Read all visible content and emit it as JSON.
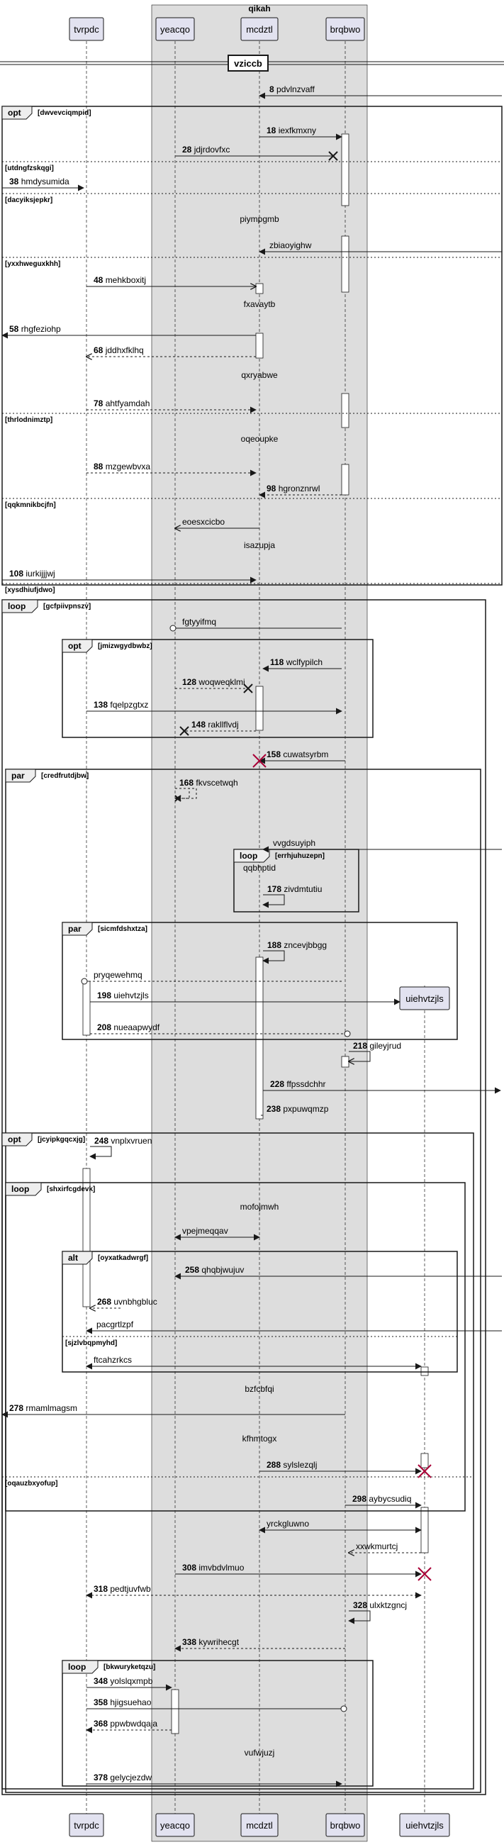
{
  "group": {
    "name": "qikah"
  },
  "participants": [
    {
      "id": "tvrpdc",
      "name": "tvrpdc"
    },
    {
      "id": "yeacqo",
      "name": "yeacqo"
    },
    {
      "id": "mcdztl",
      "name": "mcdztl"
    },
    {
      "id": "brqbwo",
      "name": "brqbwo"
    },
    {
      "id": "uiehvtzjls",
      "name": "uiehvtzjls"
    }
  ],
  "divider": {
    "label": "vzicсb"
  },
  "messages": [
    {
      "num": "8",
      "text": "pdvlnzvaff"
    },
    {
      "num": "18",
      "text": "iexfkmxny"
    },
    {
      "num": "28",
      "text": "jdjrdovfxc"
    },
    {
      "num": "38",
      "text": "hmdysumida"
    },
    {
      "num": "",
      "text": "piympgmb"
    },
    {
      "num": "",
      "text": "zbiaoyighw"
    },
    {
      "num": "48",
      "text": "mehkboxitj"
    },
    {
      "num": "",
      "text": "fxavaytb"
    },
    {
      "num": "58",
      "text": "rhgfeziohp"
    },
    {
      "num": "68",
      "text": "jddhxfklhq"
    },
    {
      "num": "",
      "text": "qxryabwe"
    },
    {
      "num": "78",
      "text": "ahtfyamdah"
    },
    {
      "num": "",
      "text": "oqeoupke"
    },
    {
      "num": "88",
      "text": "mzgewbvxa"
    },
    {
      "num": "98",
      "text": "hgronznrwl"
    },
    {
      "num": "",
      "text": "eoesxcicbo"
    },
    {
      "num": "",
      "text": "isazupja"
    },
    {
      "num": "108",
      "text": "iurkijjjwj"
    },
    {
      "num": "",
      "text": "fgtyyifmq"
    },
    {
      "num": "118",
      "text": "wclfypilch"
    },
    {
      "num": "128",
      "text": "woqweqklmi"
    },
    {
      "num": "138",
      "text": "fqelpzgtxz"
    },
    {
      "num": "148",
      "text": "rakllflvdj"
    },
    {
      "num": "158",
      "text": "cuwatsyrbm"
    },
    {
      "num": "168",
      "text": "fkvscetwqh"
    },
    {
      "num": "",
      "text": "vvgdsuyiph"
    },
    {
      "num": "",
      "text": "qqbhptid"
    },
    {
      "num": "178",
      "text": "zivdmtutiu"
    },
    {
      "num": "188",
      "text": "zncevjbbgg"
    },
    {
      "num": "",
      "text": "pryqewehmq"
    },
    {
      "num": "198",
      "text": "uiehvtzjls"
    },
    {
      "num": "208",
      "text": "nueaapwydf"
    },
    {
      "num": "218",
      "text": "gileyjrud"
    },
    {
      "num": "228",
      "text": "ffpssdchhr"
    },
    {
      "num": "238",
      "text": "pxpuwqmzp"
    },
    {
      "num": "248",
      "text": "vnplxvruen"
    },
    {
      "num": "",
      "text": "mofojmwh"
    },
    {
      "num": "",
      "text": "vpejmeqqav"
    },
    {
      "num": "258",
      "text": "qhqbjwujuv"
    },
    {
      "num": "268",
      "text": "uvnbhgbluc"
    },
    {
      "num": "",
      "text": "pacgrtlzpf"
    },
    {
      "num": "",
      "text": "ftcahzrkcs"
    },
    {
      "num": "",
      "text": "bzfcbfqi"
    },
    {
      "num": "278",
      "text": "rmamlmagsm"
    },
    {
      "num": "",
      "text": "kfhmtogx"
    },
    {
      "num": "288",
      "text": "sylslezqlj"
    },
    {
      "num": "298",
      "text": "aybycsudiq"
    },
    {
      "num": "",
      "text": "yrckgluwno"
    },
    {
      "num": "",
      "text": "xxwkmurtcj"
    },
    {
      "num": "308",
      "text": "imvbdvlmuo"
    },
    {
      "num": "318",
      "text": "pedtjuvfwb"
    },
    {
      "num": "328",
      "text": "ulxktzgncj"
    },
    {
      "num": "338",
      "text": "kywrihecgt"
    },
    {
      "num": "348",
      "text": "yolslqxmpb"
    },
    {
      "num": "358",
      "text": "hjigsuehao"
    },
    {
      "num": "368",
      "text": "ppwbwdqaja"
    },
    {
      "num": "",
      "text": "vufwjuzj"
    },
    {
      "num": "378",
      "text": "gelycjezdw"
    }
  ],
  "fragments": [
    {
      "kind": "opt",
      "guard": "[dwvevciqmpid]"
    },
    {
      "kind": "",
      "guard": "[utdngfzskqgi]"
    },
    {
      "kind": "",
      "guard": "[dacyiksjepkr]"
    },
    {
      "kind": "",
      "guard": "[yxxhweguxkhh]"
    },
    {
      "kind": "",
      "guard": "[thrlodnimztp]"
    },
    {
      "kind": "",
      "guard": "[qqkmnikbcjfn]"
    },
    {
      "kind": "",
      "guard": "[xysdhiufjdwo]"
    },
    {
      "kind": "loop",
      "guard": "[gcfpiivpnszv]"
    },
    {
      "kind": "opt",
      "guard": "[jmizwgydbwbz]"
    },
    {
      "kind": "par",
      "guard": "[credfrutdjbw]"
    },
    {
      "kind": "loop",
      "guard": "[errhjuhuzepn]"
    },
    {
      "kind": "par",
      "guard": "[sicmfdshxtza]"
    },
    {
      "kind": "opt",
      "guard": "[jcyipkgqcxjg]"
    },
    {
      "kind": "loop",
      "guard": "[shxirfcgdevk]"
    },
    {
      "kind": "alt",
      "guard": "[oyxatkadwrgf]"
    },
    {
      "kind": "",
      "guard": "[sjzlvbqpmyhd]"
    },
    {
      "kind": "",
      "guard": "[oqauzbxyofup]"
    },
    {
      "kind": "loop",
      "guard": "[bkwuryketqzu]"
    }
  ],
  "colors": {
    "participant_fill": "#e2e2f0",
    "participant_border": "#181818",
    "group_fill": "#dddddd",
    "lifeline": "#181818",
    "destroy": "#a80036",
    "frame_tab": "#eeeeee"
  }
}
